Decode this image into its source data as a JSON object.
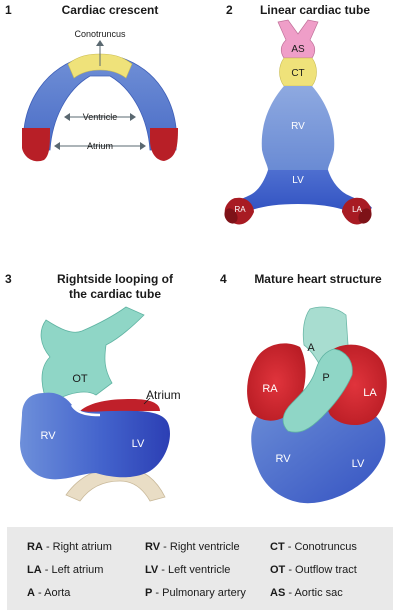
{
  "panels": [
    {
      "number": "1",
      "title": "Cardiac crescent",
      "labels": {
        "conotruncus": "Conotruncus",
        "ventricle": "Ventricle",
        "atrium": "Atrium"
      }
    },
    {
      "number": "2",
      "title": "Linear cardiac tube",
      "labels": {
        "as": "AS",
        "ct": "CT",
        "rv": "RV",
        "lv": "LV",
        "ra": "RA",
        "la": "LA"
      }
    },
    {
      "number": "3",
      "title_line1": "Rightside looping of",
      "title_line2": "the cardiac tube",
      "labels": {
        "ot": "OT",
        "atrium": "Atrium",
        "rv": "RV",
        "lv": "LV"
      }
    },
    {
      "number": "4",
      "title": "Mature heart structure",
      "labels": {
        "a": "A",
        "p": "P",
        "ra": "RA",
        "la": "LA",
        "rv": "RV",
        "lv": "LV"
      }
    }
  ],
  "legend": [
    {
      "abbr": "RA",
      "text": " - Right atrium"
    },
    {
      "abbr": "RV",
      "text": " - Right ventricle"
    },
    {
      "abbr": "CT",
      "text": " - Conotruncus"
    },
    {
      "abbr": "LA",
      "text": " - Left atrium"
    },
    {
      "abbr": "LV",
      "text": " - Left ventricle"
    },
    {
      "abbr": "OT",
      "text": " - Outflow tract"
    },
    {
      "abbr": "A",
      "text": " - Aorta"
    },
    {
      "abbr": "P",
      "text": " - Pulmonary artery"
    },
    {
      "abbr": "AS",
      "text": " - Aortic sac"
    }
  ],
  "colors": {
    "blue": "#5b7fd0",
    "dark_blue": "#2f52c2",
    "red": "#c0202a",
    "yellow": "#efe27a",
    "pink": "#ef9ec8",
    "teal": "#8fd6c6",
    "legend_bg": "#e9e9e9"
  }
}
